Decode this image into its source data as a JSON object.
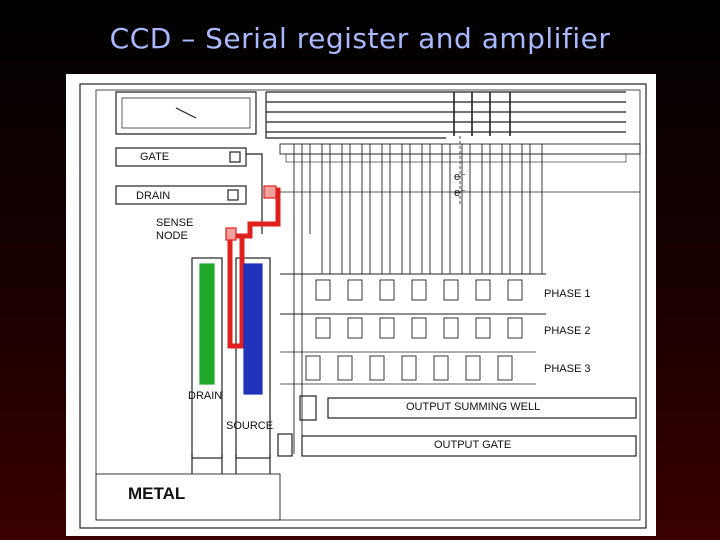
{
  "slide": {
    "title": "CCD – Serial register and amplifier"
  },
  "diagram": {
    "labels": {
      "gate": "GATE",
      "drain_top": "DRAIN",
      "sense_node_1": "SENSE",
      "sense_node_2": "NODE",
      "drain_bottom": "DRAIN",
      "source": "SOURCE",
      "phase1": "PHASE 1",
      "phase2": "PHASE 2",
      "phase3": "PHASE 3",
      "output_summing_well": "OUTPUT SUMMING WELL",
      "output_gate": "OUTPUT GATE",
      "metal": "METAL",
      "electron_1": "e⁻",
      "electron_2": "e⁻"
    },
    "colors": {
      "sense_node_path": "#e0201c",
      "drain_strip": "#1fa82a",
      "source_strip": "#2233bb",
      "line": "#222222"
    }
  }
}
